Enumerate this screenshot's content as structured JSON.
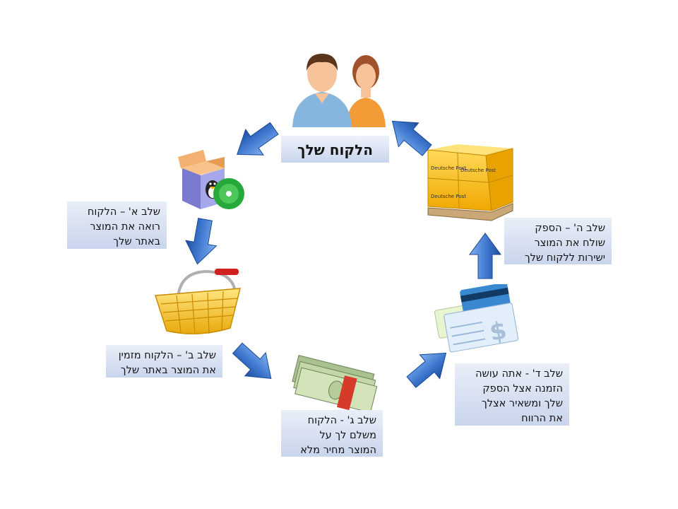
{
  "colors": {
    "arrow_light": "#6f9fe0",
    "arrow_dark": "#1d4f9e",
    "box_top": "#e9eef8",
    "box_bottom": "#c9d5ec"
  },
  "center": {
    "title": "הלקוח שלך",
    "icon": "customers-icon"
  },
  "steps": [
    {
      "icon": "software-box-icon",
      "lines": [
        "שלב א' – הלקוח",
        "רואה את המוצר",
        "באתר שלך"
      ]
    },
    {
      "icon": "shopping-basket-icon",
      "lines": [
        "שלב ב' – הלקוח מזמין",
        "את המוצר באתר שלך"
      ]
    },
    {
      "icon": "cash-money-icon",
      "lines": [
        "שלב ג' - הלקוח",
        "משלם לך על",
        "המוצר מחיר מלא"
      ]
    },
    {
      "icon": "credit-card-check-icon",
      "lines": [
        "שלב ד' - אתה עושה",
        "הזמנה אצל הספק",
        "שלך ומשאיר אצלך",
        "את הרווח"
      ]
    },
    {
      "icon": "package-pallet-icon",
      "lines": [
        "שלב ה' – הספק",
        "שולח את המוצר",
        "ישירות ללקוח שלך"
      ]
    }
  ],
  "package_label": "Deutsche Post"
}
